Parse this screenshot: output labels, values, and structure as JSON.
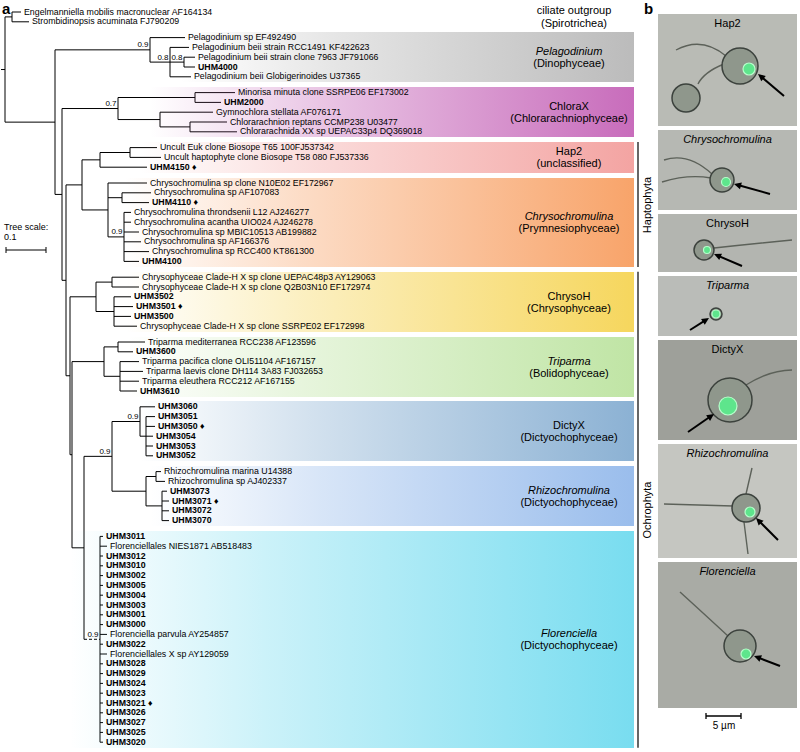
{
  "diagram": {
    "nodes": [
      {
        "text": [
          "Pelagodinium",
          "(Dinophyceae)"
        ]
      },
      {
        "text": [
          "ChloraX",
          "(Chlorarachniophyceae)"
        ]
      },
      {
        "text": [
          "Hap2",
          "(unclassified)"
        ]
      },
      {
        "text": [
          "Chrysochromulina",
          "(Prymnesiophyceae)"
        ]
      },
      {
        "text": [
          "ChrysoH",
          "(Chrysophyceae)"
        ]
      },
      {
        "text": [
          "Triparma",
          "(Bolidophyceae)"
        ]
      },
      {
        "text": [
          "DictyX",
          "(Dictyochophyceae)"
        ]
      },
      {
        "text": [
          "Rhizochromulina",
          "(Dictyochophyceae)"
        ]
      },
      {
        "text": [
          "Florenciella",
          "(Dictyochophyceae)"
        ]
      },
      {
        "text": [
          "Hap2"
        ]
      },
      {
        "text": [
          "Chrysochromulina"
        ]
      },
      {
        "text": [
          "ChrysoH"
        ]
      },
      {
        "text": [
          "Triparma"
        ]
      },
      {
        "text": [
          "DictyX"
        ]
      },
      {
        "text": [
          "Rhizochromulina"
        ]
      },
      {
        "text": [
          "Florenciella"
        ]
      }
    ],
    "labels": [
      "a",
      "Engelmanniella mobilis macronuclear AF164134",
      "Strombidinopsis acuminata FJ790209",
      "Pelagodinium sp EF492490",
      "Pelagodinium beii strain RCC1491 KF422623",
      "Pelagodinium beii strain clone 7963 JF791066",
      "UHM4000",
      "Pelagodinium beii Globigerinoides U37365",
      "Minorisa minuta clone SSRPE06 EF173002",
      "UHM2000",
      "Gymnochlora stellata AF076171",
      "Chlorarachnion reptans CCMP238 U03477",
      "Chlorarachnida XX sp UEPAC33p4 DQ369018",
      "Uncult Euk clone Biosope T65 100FJ537342",
      "Uncult haptophyte clone Biosope T58 080 FJ537336",
      "UHM4150 ♦",
      "Chrysochromulina sp clone N10E02 EF172967",
      "Chrysochromulina sp AF107083",
      "UHM4110 ♦",
      "Chrysochromulina throndsenii L12 AJ246277",
      "Chrysochromulina acantha UIO024 AJ246278",
      "Chrysochromulina sp MBIC10513 AB199882",
      "Chrysochromulina sp AF166376",
      "Chrysochromulina sp RCC400 KT861300",
      "UHM4100",
      "Chrysophyceae Clade-H X sp clone UEPAC48p3 AY129063",
      "Chrysophyceae Clade-H X sp clone Q2B03N10 EF172974",
      "UHM3502",
      "UHM3501 ♦",
      "UHM3500",
      "Chrysophyceae Clade-H X sp clone SSRPE02 EF172998",
      "Triparma mediterranea RCC238 AF123596",
      "UHM3600",
      "Triparma pacifica clone OLI51104 AF167157",
      "Triparma laevis clone DH114 3A83 FJ032653",
      "Triparma eleuthera RCC212 AF167155",
      "UHM3610",
      "UHM3060",
      "UHM3051",
      "UHM3050 ♦",
      "UHM3054",
      "UHM3053",
      "UHM3052",
      "Rhizochromulina marina U14388",
      "Rhizochromulina sp AJ402337",
      "UHM3073",
      "UHM3071 ♦",
      "UHM3072",
      "UHM3070",
      "UHM3011",
      "Florenciellales NIES1871 AB518483",
      "UHM3012",
      "UHM3010",
      "UHM3002",
      "UHM3005",
      "UHM3004",
      "UHM3003",
      "UHM3001",
      "UHM3000",
      "Florenciella parvula AY254857",
      "UHM3022",
      "Florenciellales X sp AY129059",
      "UHM3028",
      "UHM3029",
      "UHM3024",
      "UHM3023",
      "UHM3021 ♦",
      "UHM3026",
      "UHM3027",
      "UHM3025",
      "UHM3020",
      "ciliate outgroup (Spirotrichea)",
      "0.8",
      "0.8",
      "0.9",
      "0.7",
      "0.9",
      "0.9",
      "0.9",
      "0.9",
      "Tree scale: 0.1",
      "Haptophyta",
      "Ochrophyta",
      "b",
      "5 µm"
    ]
  }
}
